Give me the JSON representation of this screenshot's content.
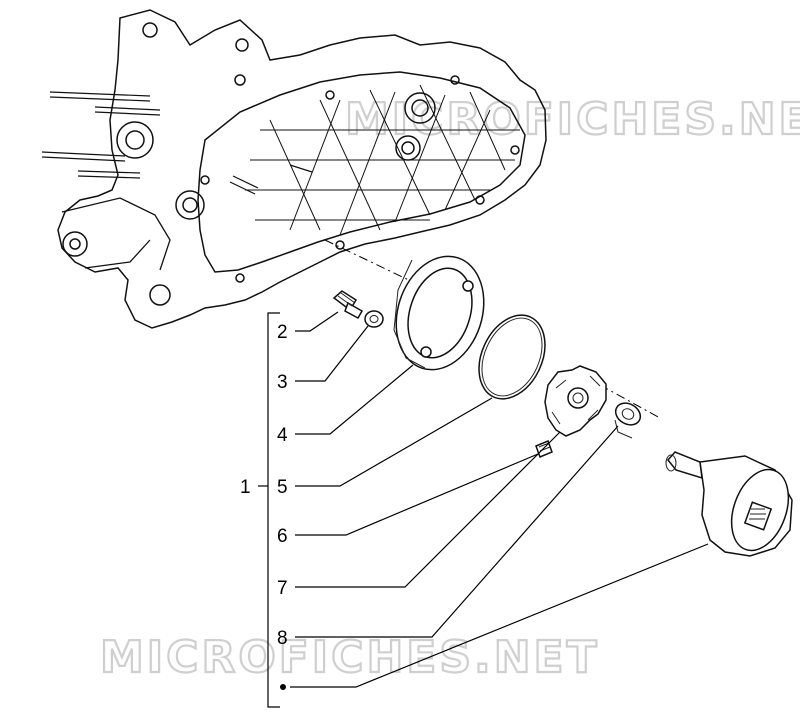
{
  "watermark": {
    "text_top": "MICROFICHES.NET",
    "text_bottom": "MICROFICHES.NET",
    "color": "#cfcfcf"
  },
  "callouts": {
    "assembly": "1",
    "items": [
      "2",
      "3",
      "4",
      "5",
      "6",
      "7",
      "8"
    ]
  },
  "colors": {
    "line": "#000000",
    "background": "#ffffff"
  }
}
